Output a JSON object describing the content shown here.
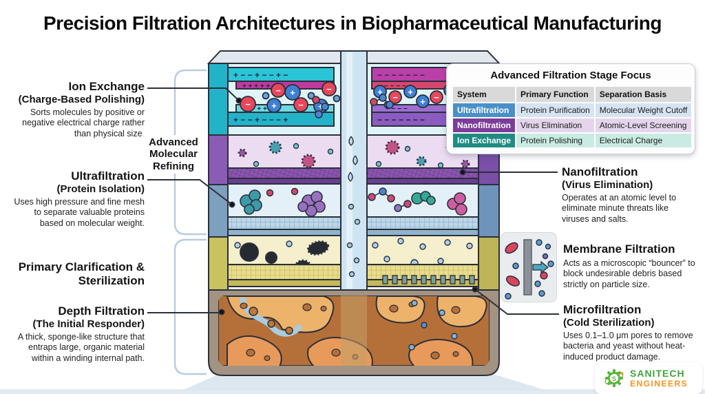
{
  "title": "Precision Filtration Architectures in Biopharmaceutical Manufacturing",
  "left_labels": {
    "ion_exchange": {
      "title": "Ion Exchange",
      "subtitle": "(Charge-Based Polishing)",
      "desc": "Sorts molecules by positive or negative electrical charge rather than physical size."
    },
    "ultrafiltration": {
      "title": "Ultrafiltration",
      "subtitle": "(Protein Isolation)",
      "desc": "Uses high pressure and fine mesh to separate valuable proteins based on molecular weight."
    },
    "depth_filtration": {
      "title": "Depth Filtration",
      "subtitle": "(The Initial Responder)",
      "desc": "A thick, sponge-like structure that entraps large, organic material within a winding internal path."
    }
  },
  "group_labels": {
    "advanced": "Advanced Molecular Refining",
    "primary": "Primary Clarification & Sterilization"
  },
  "right_labels": {
    "nanofiltration": {
      "title": "Nanofiltration",
      "subtitle": "(Virus Elimination)",
      "desc": "Operates at an atomic level to eliminate minute threats like viruses and salts."
    },
    "membrane": {
      "title": "Membrane Filtration",
      "desc": "Acts as a microscopic “bouncer” to block undesirable debris based strictly on particle size."
    },
    "microfiltration": {
      "title": "Microfiltration",
      "subtitle": "(Cold Sterilization)",
      "desc": "Uses 0.1–1.0 μm pores to remove bacteria and yeast without heat-induced product damage."
    }
  },
  "table": {
    "title": "Advanced Filtration Stage Focus",
    "headers": [
      "System",
      "Primary Function",
      "Separation Basis"
    ],
    "rows": [
      {
        "system": "Ultrafiltration",
        "function": "Protein Purification",
        "basis": "Molecular Weight Cutoff",
        "system_color": "#4a8fc7",
        "row_bg": "#d6e4f2"
      },
      {
        "system": "Nanofiltration",
        "function": "Virus Elimination",
        "basis": "Atomic-Level Screening",
        "system_color": "#7b3d99",
        "row_bg": "#e4d5ec"
      },
      {
        "system": "Ion Exchange",
        "function": "Protein Polishing",
        "basis": "Electrical Charge",
        "system_color": "#1f8c82",
        "row_bg": "#c9ebe3"
      }
    ]
  },
  "plates": {
    "top_left_upper": "+  −  −  +  −  −  +  −",
    "top_left_lower": "+   +   +   +   +",
    "top_right_upper": "−  −  −  −  −  −  −",
    "top_right_lower": "−   −   −   −   −",
    "bottom_left_upper": "+    +    +    +",
    "bottom_left_lower": "+  −  −  +  −  −  −  +",
    "bottom_right_upper": "−   −   −   −",
    "bottom_right_lower": "−  −  −  −  −  −  −"
  },
  "logo": {
    "name": "SANITECH",
    "sub": "ENGINEERS",
    "name_color": "#3fa33c",
    "sub_color": "#f7941d"
  }
}
